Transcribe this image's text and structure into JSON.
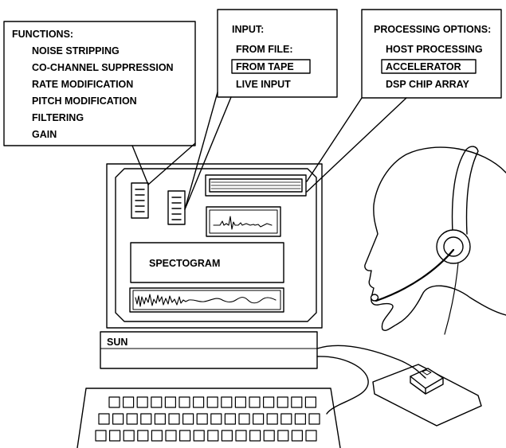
{
  "functions": {
    "title": "FUNCTIONS:",
    "items": [
      "NOISE STRIPPING",
      "CO-CHANNEL SUPPRESSION",
      "RATE MODIFICATION",
      "PITCH MODIFICATION",
      "FILTERING",
      "GAIN"
    ]
  },
  "input": {
    "title": "INPUT:",
    "items": [
      "FROM FILE:",
      "FROM TAPE",
      "LIVE INPUT"
    ],
    "selected": "FROM TAPE"
  },
  "processing": {
    "title": "PROCESSING OPTIONS:",
    "items": [
      "HOST PROCESSING",
      "ACCELERATOR",
      "DSP CHIP ARRAY"
    ],
    "selected": "ACCELERATOR"
  },
  "screen": {
    "spectogram_label": "SPECTOGRAM"
  },
  "workstation": {
    "label": "SUN"
  }
}
